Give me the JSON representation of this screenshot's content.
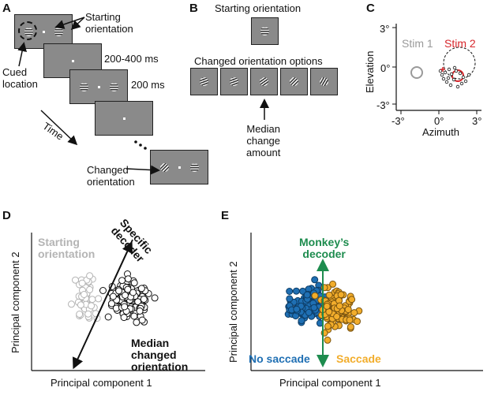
{
  "panels": {
    "A": {
      "letter": "A",
      "starting_orientation": "Starting\norientation",
      "cued_location": "Cued\nlocation",
      "interval1": "200-400 ms",
      "interval2": "200 ms",
      "time": "Time",
      "changed_orientation": "Changed\norientation"
    },
    "B": {
      "letter": "B",
      "starting_orientation": "Starting orientation",
      "changed_options": "Changed orientation options",
      "median_change": "Median\nchange\namount"
    },
    "C": {
      "letter": "C",
      "ylabel": "Elevation",
      "xlabel": "Azimuth",
      "yticks": [
        "3°",
        "0°",
        "-3°"
      ],
      "xticks": [
        "-3°",
        "0°",
        "3°"
      ],
      "stim1": "Stim 1",
      "stim2": "Stim 2",
      "colors": {
        "stim1": "#9a9a9a",
        "stim2": "#d7262b"
      }
    },
    "D": {
      "letter": "D",
      "xlabel": "Principal component 1",
      "ylabel": "Principal component 2",
      "starting": "Starting\norientation",
      "decoder": "Specific\ndecoder",
      "median": "Median\nchanged\norientation",
      "colors": {
        "starting": "#b4b4b4",
        "median": "#111111"
      }
    },
    "E": {
      "letter": "E",
      "xlabel": "Principal component 1",
      "ylabel": "Principal component 2",
      "decoder": "Monkey’s\ndecoder",
      "no_saccade": "No saccade",
      "saccade": "Saccade",
      "colors": {
        "no_saccade": "#1f6fb3",
        "saccade": "#f2ad2b",
        "decoder": "#1d8c4e"
      }
    }
  }
}
